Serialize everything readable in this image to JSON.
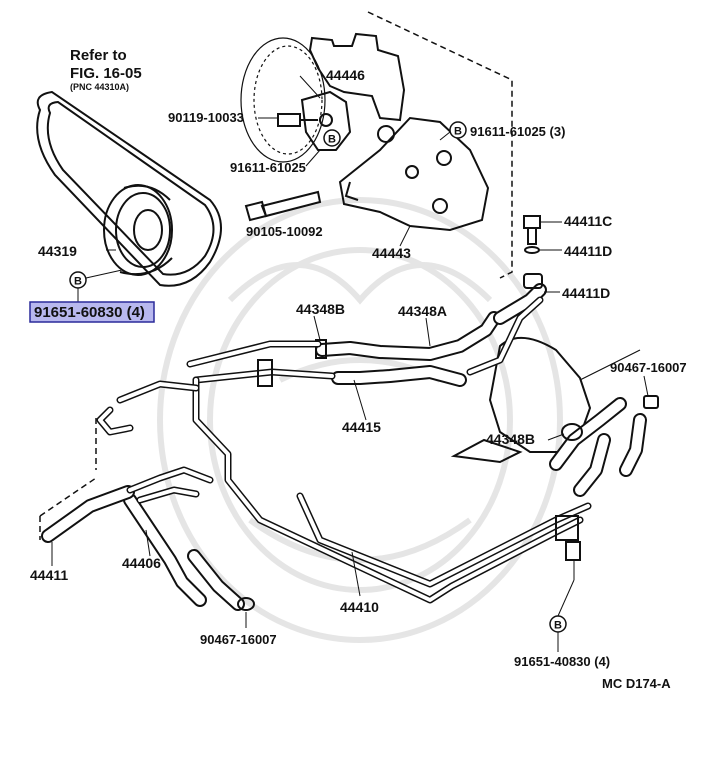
{
  "reference": {
    "line1": "Refer to",
    "line2": "FIG. 16-05",
    "line3": "(PNC 44310A)"
  },
  "callout_symbol": "B",
  "labels": {
    "l_44446": "44446",
    "l_90119": "90119-10033",
    "l_91611_left": "91611-61025",
    "l_91611_right": "91611-61025 (3)",
    "l_90105": "90105-10092",
    "l_44443": "44443",
    "l_44319": "44319",
    "l_91651_608": "91651-60830 (4)",
    "l_44411C": "44411C",
    "l_44411D_a": "44411D",
    "l_44411D_b": "44411D",
    "l_44348B_top": "44348B",
    "l_44348A": "44348A",
    "l_44415": "44415",
    "l_90467_right": "90467-16007",
    "l_44348B_right": "44348B",
    "l_44411": "44411",
    "l_44406": "44406",
    "l_44410": "44410",
    "l_90467_bottom": "90467-16007",
    "l_91651_408": "91651-40830 (4)",
    "code": "MC  D174-A"
  },
  "highlight_color": "#b8b8ee"
}
